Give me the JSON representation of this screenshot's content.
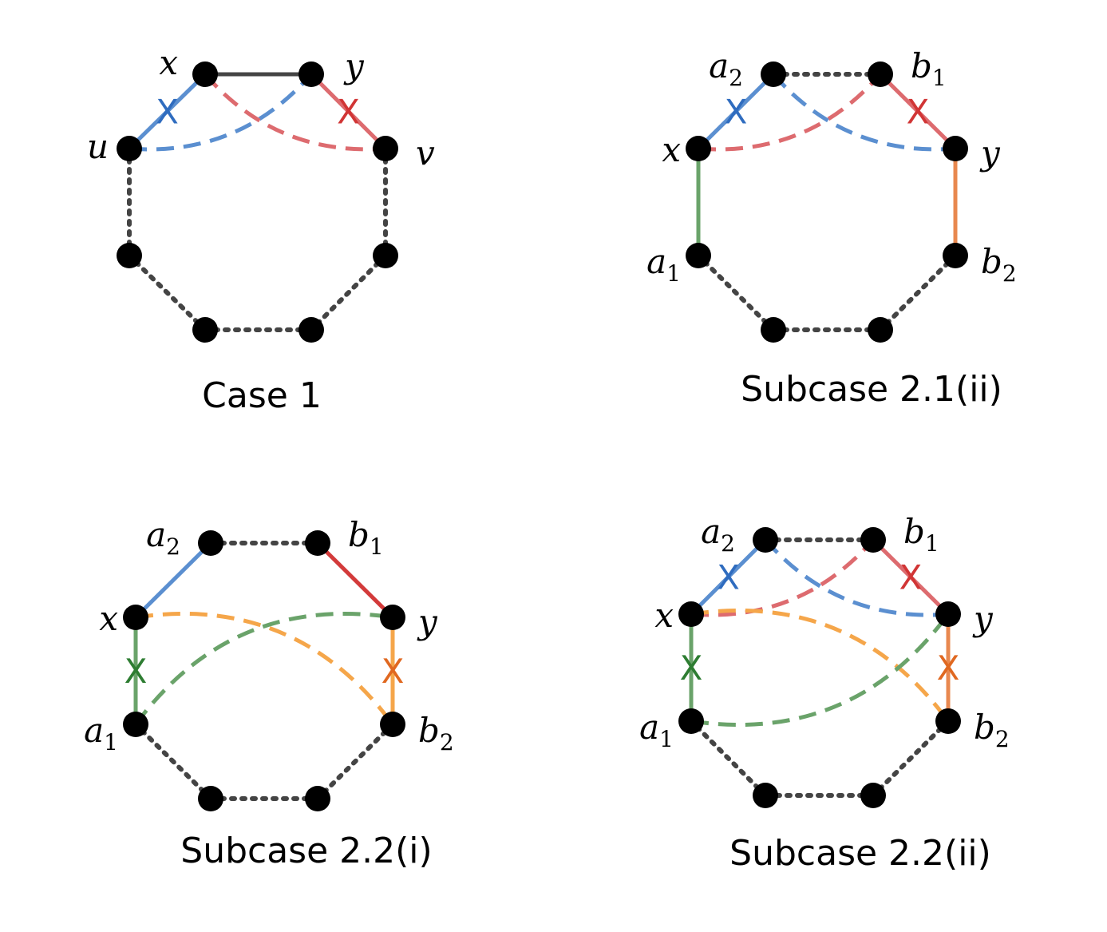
{
  "colors": {
    "black": "#444444",
    "blue": "#5b8fd0",
    "red": "#dd6b6f",
    "green": "#6aa36a",
    "orange": "#f5a64a",
    "dark_red": "#d33a3a",
    "dark_orange": "#e8884f",
    "x_blue": "#2f6cbf",
    "x_red": "#d13535",
    "x_green": "#2e7d32",
    "x_orange": "#e06820"
  },
  "panels": [
    {
      "id": "case-1",
      "caption": "Case 1",
      "labels": [
        {
          "v": 0,
          "base": "x",
          "sub": ""
        },
        {
          "v": 1,
          "base": "y",
          "sub": ""
        },
        {
          "v": 7,
          "base": "u",
          "sub": ""
        },
        {
          "v": 2,
          "base": "v",
          "sub": ""
        }
      ],
      "edges": [
        {
          "from": 0,
          "to": 1,
          "style": "solid",
          "color": "black"
        },
        {
          "from": 7,
          "to": 0,
          "style": "solid",
          "color": "blue",
          "cross": "x_blue"
        },
        {
          "from": 1,
          "to": 2,
          "style": "solid",
          "color": "red",
          "cross": "x_red"
        },
        {
          "from": 7,
          "to": 1,
          "style": "dashed",
          "color": "blue",
          "curve": 0.25
        },
        {
          "from": 0,
          "to": 2,
          "style": "dashed",
          "color": "red",
          "curve": 0.25
        },
        {
          "from": 2,
          "to": 3,
          "style": "dotted",
          "color": "black"
        },
        {
          "from": 3,
          "to": 4,
          "style": "dotted",
          "color": "black"
        },
        {
          "from": 4,
          "to": 5,
          "style": "dotted",
          "color": "black"
        },
        {
          "from": 5,
          "to": 6,
          "style": "dotted",
          "color": "black"
        },
        {
          "from": 6,
          "to": 7,
          "style": "dotted",
          "color": "black"
        }
      ]
    },
    {
      "id": "subcase-2-1-ii",
      "caption": "Subcase 2.1(ii)",
      "labels": [
        {
          "v": 0,
          "base": "a",
          "sub": "2"
        },
        {
          "v": 1,
          "base": "b",
          "sub": "1"
        },
        {
          "v": 7,
          "base": "x",
          "sub": ""
        },
        {
          "v": 2,
          "base": "y",
          "sub": ""
        },
        {
          "v": 6,
          "base": "a",
          "sub": "1"
        },
        {
          "v": 3,
          "base": "b",
          "sub": "2"
        }
      ],
      "edges": [
        {
          "from": 0,
          "to": 1,
          "style": "dotted",
          "color": "black"
        },
        {
          "from": 7,
          "to": 0,
          "style": "solid",
          "color": "blue",
          "cross": "x_blue"
        },
        {
          "from": 1,
          "to": 2,
          "style": "solid",
          "color": "red",
          "cross": "x_red"
        },
        {
          "from": 7,
          "to": 1,
          "style": "dashed",
          "color": "red",
          "curve": 0.25
        },
        {
          "from": 0,
          "to": 2,
          "style": "dashed",
          "color": "blue",
          "curve": 0.25
        },
        {
          "from": 7,
          "to": 6,
          "style": "solid",
          "color": "green"
        },
        {
          "from": 2,
          "to": 3,
          "style": "solid",
          "color": "dark_orange"
        },
        {
          "from": 3,
          "to": 4,
          "style": "dotted",
          "color": "black"
        },
        {
          "from": 4,
          "to": 5,
          "style": "dotted",
          "color": "black"
        },
        {
          "from": 5,
          "to": 6,
          "style": "dotted",
          "color": "black"
        }
      ]
    },
    {
      "id": "subcase-2-2-i",
      "caption": "Subcase 2.2(i)",
      "labels": [
        {
          "v": 0,
          "base": "a",
          "sub": "2"
        },
        {
          "v": 1,
          "base": "b",
          "sub": "1"
        },
        {
          "v": 7,
          "base": "x",
          "sub": ""
        },
        {
          "v": 2,
          "base": "y",
          "sub": ""
        },
        {
          "v": 6,
          "base": "a",
          "sub": "1"
        },
        {
          "v": 3,
          "base": "b",
          "sub": "2"
        }
      ],
      "edges": [
        {
          "from": 0,
          "to": 1,
          "style": "dotted",
          "color": "black"
        },
        {
          "from": 7,
          "to": 0,
          "style": "solid",
          "color": "blue"
        },
        {
          "from": 1,
          "to": 2,
          "style": "solid",
          "color": "dark_red"
        },
        {
          "from": 7,
          "to": 6,
          "style": "solid",
          "color": "green",
          "cross": "x_green"
        },
        {
          "from": 2,
          "to": 3,
          "style": "solid",
          "color": "orange",
          "cross": "x_orange"
        },
        {
          "from": 7,
          "to": 3,
          "style": "dashed",
          "color": "orange",
          "curve": -0.3
        },
        {
          "from": 6,
          "to": 2,
          "style": "dashed",
          "color": "green",
          "curve": -0.3
        },
        {
          "from": 3,
          "to": 4,
          "style": "dotted",
          "color": "black"
        },
        {
          "from": 4,
          "to": 5,
          "style": "dotted",
          "color": "black"
        },
        {
          "from": 5,
          "to": 6,
          "style": "dotted",
          "color": "black"
        }
      ]
    },
    {
      "id": "subcase-2-2-ii",
      "caption": "Subcase 2.2(ii)",
      "labels": [
        {
          "v": 0,
          "base": "a",
          "sub": "2"
        },
        {
          "v": 1,
          "base": "b",
          "sub": "1"
        },
        {
          "v": 7,
          "base": "x",
          "sub": ""
        },
        {
          "v": 2,
          "base": "y",
          "sub": ""
        },
        {
          "v": 6,
          "base": "a",
          "sub": "1"
        },
        {
          "v": 3,
          "base": "b",
          "sub": "2"
        }
      ],
      "edges": [
        {
          "from": 0,
          "to": 1,
          "style": "dotted",
          "color": "black"
        },
        {
          "from": 7,
          "to": 0,
          "style": "solid",
          "color": "blue",
          "cross": "x_blue"
        },
        {
          "from": 1,
          "to": 2,
          "style": "solid",
          "color": "red",
          "cross": "x_red"
        },
        {
          "from": 7,
          "to": 1,
          "style": "dashed",
          "color": "red",
          "curve": 0.25
        },
        {
          "from": 0,
          "to": 2,
          "style": "dashed",
          "color": "blue",
          "curve": 0.25
        },
        {
          "from": 7,
          "to": 6,
          "style": "solid",
          "color": "green",
          "cross": "x_green"
        },
        {
          "from": 2,
          "to": 3,
          "style": "solid",
          "color": "dark_orange",
          "cross": "x_orange"
        },
        {
          "from": 7,
          "to": 3,
          "style": "dashed",
          "color": "orange",
          "curve": -0.3
        },
        {
          "from": 6,
          "to": 2,
          "style": "dashed",
          "color": "green",
          "curve": -0.3
        },
        {
          "from": 3,
          "to": 4,
          "style": "dotted",
          "color": "black"
        },
        {
          "from": 4,
          "to": 5,
          "style": "dotted",
          "color": "black"
        },
        {
          "from": 5,
          "to": 6,
          "style": "dotted",
          "color": "black"
        }
      ]
    }
  ]
}
